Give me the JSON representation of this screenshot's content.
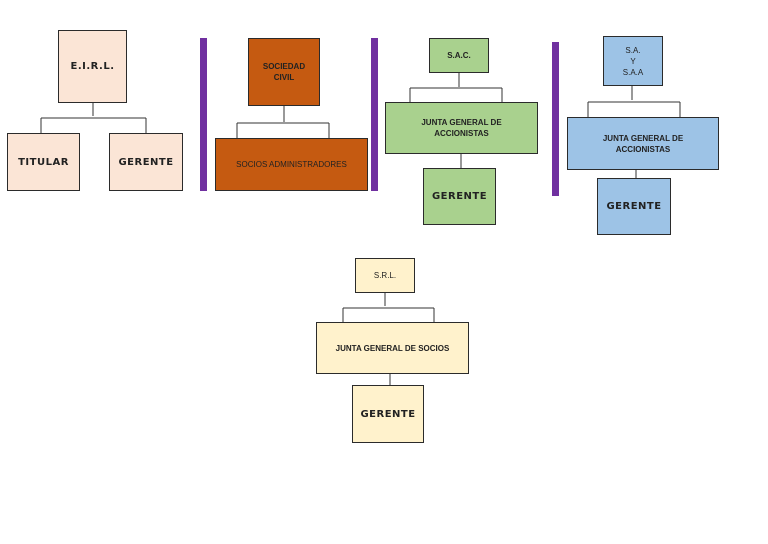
{
  "eirl": {
    "title": "E.I.R.L.",
    "left": "TITULAR",
    "right": "GERENTE"
  },
  "sociedad_civil": {
    "title": "SOCIEDAD\nCIVIL",
    "child": "SOCIOS ADMINISTRADORES"
  },
  "sac": {
    "title": "S.A.C.",
    "child": "JUNTA GENERAL DE\nACCIONISTAS",
    "manager": "GERENTE"
  },
  "sa": {
    "title": "S.A.\nY\nS.A.A",
    "child": "JUNTA GENERAL DE\nACCIONISTAS",
    "manager": "GERENTE"
  },
  "srl": {
    "title": "S.R.L.",
    "child": "JUNTA GENERAL DE SOCIOS",
    "manager": "GERENTE"
  },
  "colors": {
    "peach": "#fbe5d6",
    "orange": "#c55a11",
    "green": "#a9d18e",
    "blue": "#9dc3e6",
    "cream": "#fff2cc",
    "divider": "#7030a0"
  }
}
